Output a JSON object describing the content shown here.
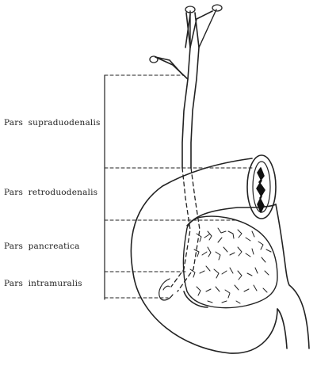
{
  "labels": {
    "supraduodenalis": "Pars  supraduodenalis",
    "retroduodenalis": "Pars  retroduodenalis",
    "pancreatica": "Pars  pancreatica",
    "intramuralis": "Pars  intramuralis"
  },
  "colors": {
    "ink": "#222222",
    "lumen": "#111111"
  }
}
